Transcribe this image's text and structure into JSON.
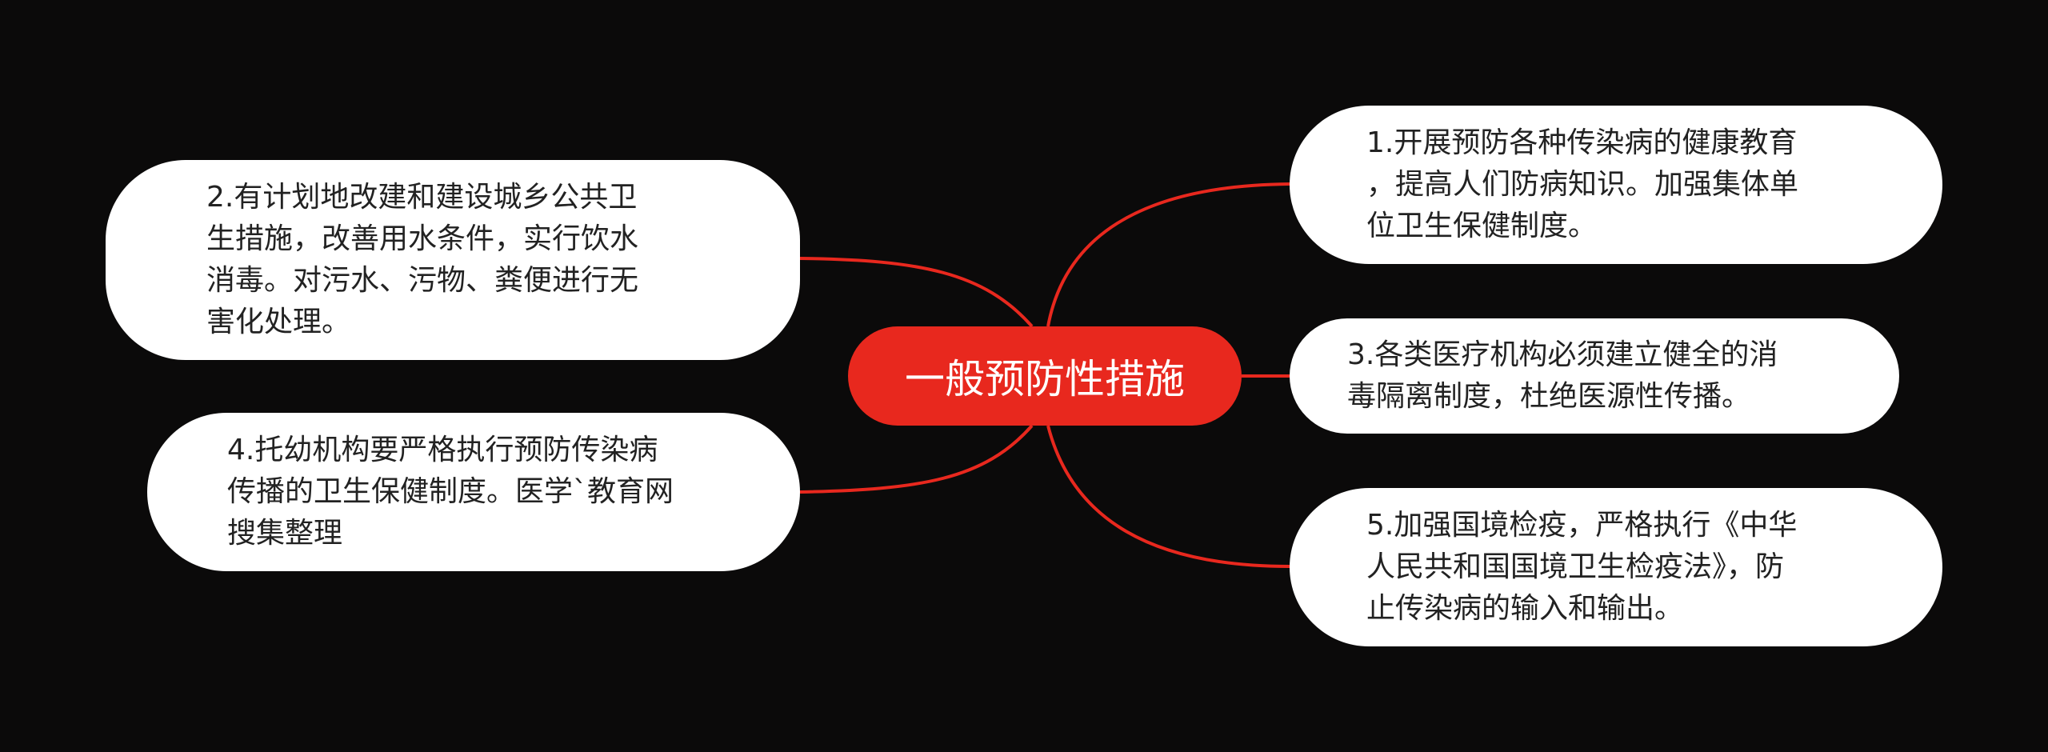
{
  "colors": {
    "background": "#0b0a0a",
    "accent": "#e8281e",
    "node_fill": "#ffffff",
    "node_text": "#222222"
  },
  "center": {
    "label": "一般预防性措施"
  },
  "branches": [
    {
      "id": "n1",
      "side": "right",
      "text": "1.开展预防各种传染病的健康教育\n，提高人们防病知识。加强集体单\n位卫生保健制度。"
    },
    {
      "id": "n2",
      "side": "left",
      "text": "2.有计划地改建和建设城乡公共卫\n生措施，改善用水条件，实行饮水\n消毒。对污水、污物、粪便进行无\n害化处理。"
    },
    {
      "id": "n3",
      "side": "right",
      "text": "3.各类医疗机构必须建立健全的消\n毒隔离制度，杜绝医源性传播。"
    },
    {
      "id": "n4",
      "side": "left",
      "text": "4.托幼机构要严格执行预防传染病\n传播的卫生保健制度。医学`教育网\n搜集整理"
    },
    {
      "id": "n5",
      "side": "right",
      "text": "5.加强国境检疫，严格执行《中华\n人民共和国国境卫生检疫法》，防\n止传染病的输入和输出。"
    }
  ]
}
